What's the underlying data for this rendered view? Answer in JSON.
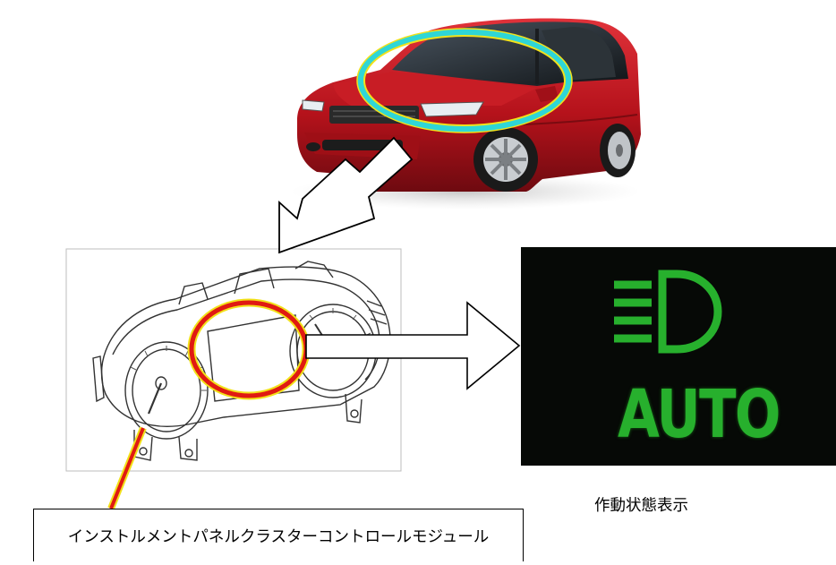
{
  "diagram": {
    "module_label": "インストルメントパネルクラスターコントロールモジュール",
    "status_label": "作動状態表示",
    "indicator_text": "AUTO",
    "colors": {
      "indicator_green": "#27b02d",
      "indicator_bg": "#060906",
      "highlight_cyan": "#2fd6d6",
      "highlight_red": "#e01a12",
      "highlight_yellow": "#f2e11a",
      "car_red": "#b5121b"
    },
    "icons": [
      "car-illustration",
      "instrument-cluster-illustration",
      "auto-headlamp-icon"
    ]
  }
}
